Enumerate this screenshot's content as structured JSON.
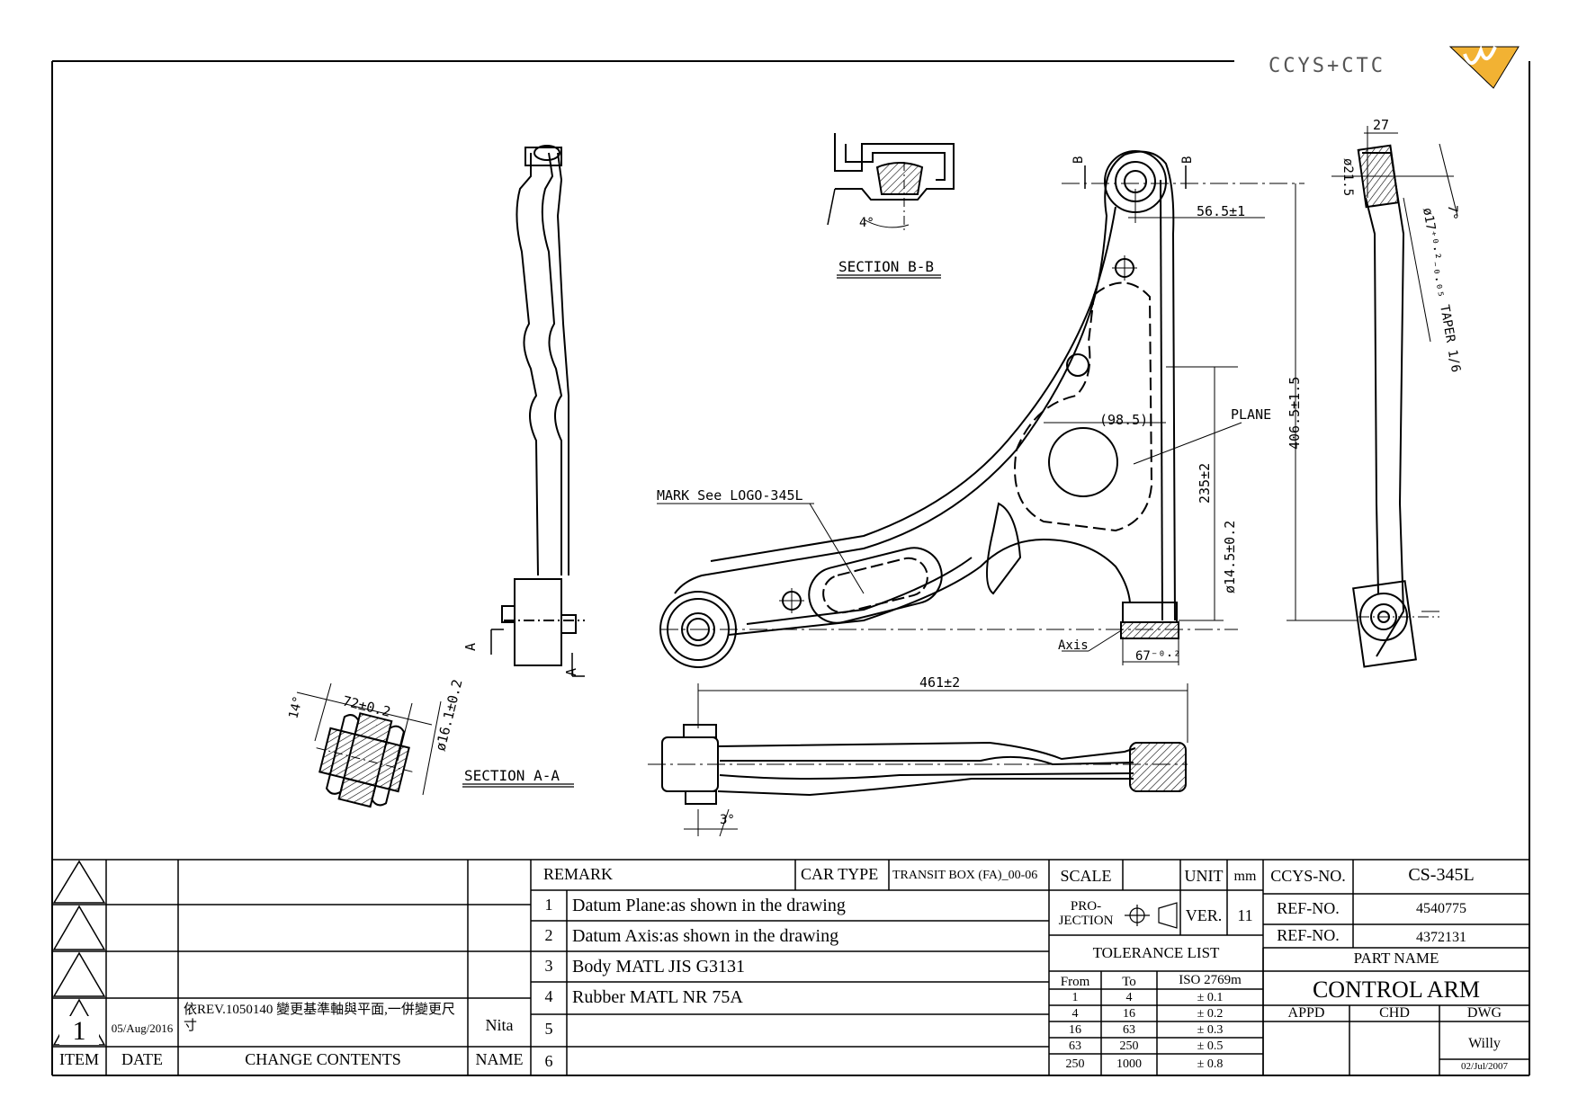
{
  "logo": {
    "text": "CCYS+CTC"
  },
  "drawing": {
    "section_bb": "SECTION B-B",
    "section_aa": "SECTION A-A",
    "mark_label": "MARK See LOGO-345L",
    "plane_label": "PLANE",
    "axis_label": "Axis",
    "section_marker_b": "B",
    "section_marker_a": "A",
    "dims": {
      "d_56_5": "56.5±1",
      "d_98_5": "(98.5)",
      "d_235": "235±2",
      "d_14_5": "ø14.5±0.2",
      "d_406_5": "406.5±1.5",
      "d_67": "67⁻⁰·²",
      "d_461": "461±2",
      "d_72": "72±0.2",
      "d_16_1": "ø16.1±0.2",
      "d_14deg": "14°",
      "d_3deg": "3°",
      "d_4deg": "4°",
      "d_7deg": "7°",
      "d_21_5": "ø21.5",
      "d_27": "27",
      "d_17": "ø17⁺⁰·²₋₀.₀₅ TAPER 1/6"
    }
  },
  "title_block": {
    "revision": {
      "item": "1",
      "date": "05/Aug/2016",
      "change": "依REV.1050140 變更基準軸與平面,一併變更尺寸",
      "name": "Nita"
    },
    "rev_headers": {
      "item": "ITEM",
      "date": "DATE",
      "change": "CHANGE CONTENTS",
      "name": "NAME"
    },
    "remark_label": "REMARK",
    "car_type_label": "CAR TYPE",
    "car_type_value": "TRANSIT BOX (FA)_00-06",
    "remarks": [
      {
        "no": "1",
        "text": "Datum Plane:as shown in the drawing"
      },
      {
        "no": "2",
        "text": "Datum Axis:as shown in the drawing"
      },
      {
        "no": "3",
        "text": "Body MATL JIS G3131"
      },
      {
        "no": "4",
        "text": "Rubber MATL NR 75A"
      },
      {
        "no": "5",
        "text": ""
      },
      {
        "no": "6",
        "text": ""
      }
    ],
    "scale_label": "SCALE",
    "unit_label": "UNIT",
    "unit_value": "mm",
    "projection_label": "PRO-JECTION",
    "ver_label": "VER.",
    "ver_value": "11",
    "tolerance_title": "TOLERANCE LIST",
    "tolerance_headers": [
      "From",
      "To",
      "ISO 2769m"
    ],
    "tolerance_rows": [
      [
        "1",
        "4",
        "± 0.1"
      ],
      [
        "4",
        "16",
        "± 0.2"
      ],
      [
        "16",
        "63",
        "± 0.3"
      ],
      [
        "63",
        "250",
        "± 0.5"
      ],
      [
        "250",
        "1000",
        "± 0.8"
      ]
    ],
    "ccys_no_label": "CCYS-NO.",
    "ccys_no_value": "CS-345L",
    "ref_no_label": "REF-NO.",
    "ref_no_1": "4540775",
    "ref_no_2": "4372131",
    "part_name_label": "PART NAME",
    "part_name_value": "CONTROL ARM",
    "appd_label": "APPD",
    "chd_label": "CHD",
    "dwg_label": "DWG",
    "dwg_by": "Willy",
    "dwg_date": "02/Jul/2007"
  }
}
